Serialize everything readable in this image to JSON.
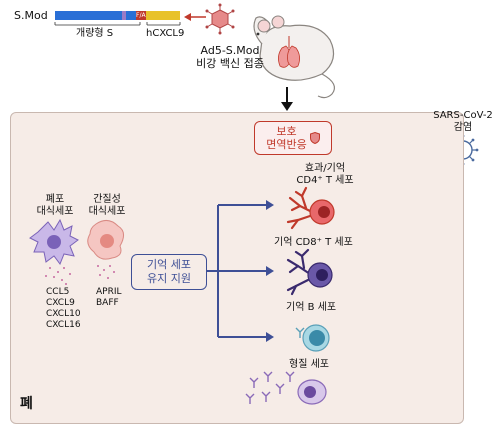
{
  "top": {
    "construct_label": "S.Mod",
    "s_label": "개량형 S",
    "cxcl9_label": "hCXCL9",
    "fra_label": "F/A",
    "vaccine_line1": "Ad5-S.Mod",
    "vaccine_line2": "비강 백신 접종"
  },
  "right": {
    "virus_line1": "SARS-CoV-2",
    "virus_line2": "감염"
  },
  "lung": {
    "organ_label": "폐",
    "protection_line1": "보호",
    "protection_line2": "면역반응",
    "support_line1": "기억 세포",
    "support_line2": "유지 지원",
    "alveolar_line1": "폐포",
    "alveolar_line2": "대식세포",
    "interstitial_line1": "간질성",
    "interstitial_line2": "대식세포",
    "chemokines": [
      "CCL5",
      "CXCL9",
      "CXCL10",
      "CXCL16"
    ],
    "factors": [
      "APRIL",
      "BAFF"
    ],
    "cd4_line1": "효과/기억",
    "cd4_line2": "CD4⁺ T 세포",
    "cd8_label": "기억 CD8⁺ T 세포",
    "bcell_label": "기억 B 세포",
    "plasma_label": "형질 세포"
  },
  "colors": {
    "s_blue": "#2a6fd6",
    "cxcl9_yellow": "#e8c22a",
    "protect_red": "#c0392b",
    "arrow_blue": "#3e4f96",
    "inhibit_dark_red": "#8b1a1a",
    "lung_bg": "#f6ece7"
  }
}
